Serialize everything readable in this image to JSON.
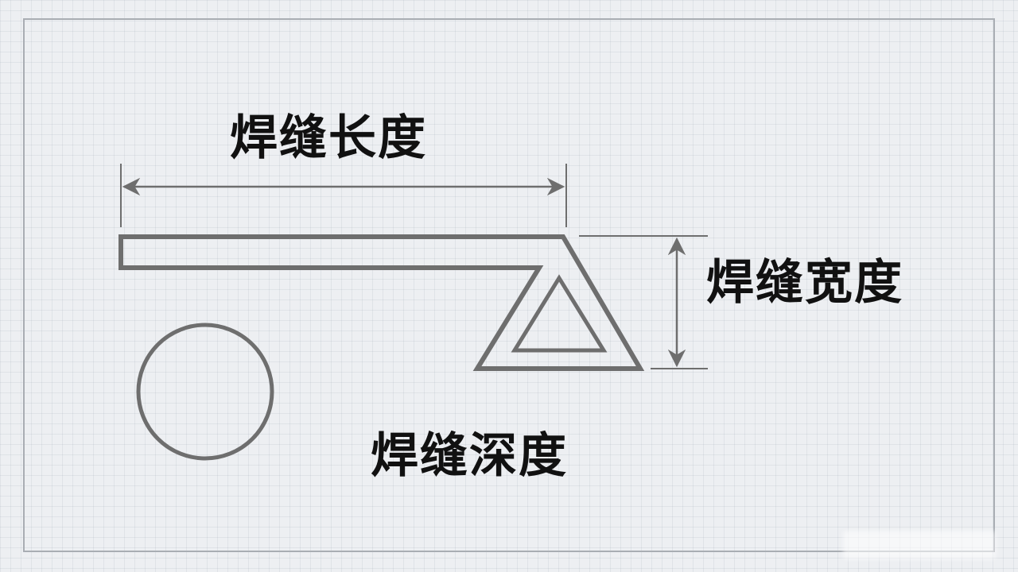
{
  "labels": {
    "length": "焊缝长度",
    "width": "焊缝宽度",
    "depth": "焊缝深度"
  },
  "colors": {
    "background": "#edeff2",
    "line": "#6e6e6e",
    "text": "#111111"
  }
}
